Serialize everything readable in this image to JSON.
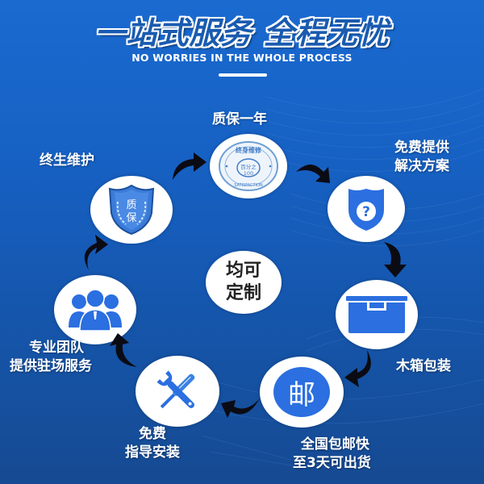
{
  "header": {
    "title": "一站式服务 全程无忧",
    "subtitle": "NO WORRIES IN THE WHOLE PROCESS"
  },
  "center": {
    "line1": "均可",
    "line2": "定制"
  },
  "steps": [
    {
      "label_line1": "质保一年",
      "label_line2": "",
      "icon": "satisfaction-stamp-icon",
      "stamp_top": "终身维修",
      "stamp_mid": "百分之",
      "stamp_num": "100",
      "stamp_bottom": "SATISFACTION"
    },
    {
      "label_line1": "免费提供",
      "label_line2": "解决方案",
      "icon": "question-shield-icon",
      "glyph": "?"
    },
    {
      "label_line1": "木箱包装",
      "label_line2": "",
      "icon": "box-icon"
    },
    {
      "label_line1": "全国包邮快",
      "label_line2": "至3天可出货",
      "icon": "mail-icon",
      "glyph": "邮"
    },
    {
      "label_line1": "免费",
      "label_line2": "指导安装",
      "icon": "tools-icon"
    },
    {
      "label_line1": "专业团队",
      "label_line2": "提供驻场服务",
      "icon": "team-icon"
    },
    {
      "label_line1": "终生维护",
      "label_line2": "",
      "icon": "warranty-shield-icon",
      "glyph_top": "质",
      "glyph_bottom": "保"
    }
  ],
  "colors": {
    "background_top": "#1a6ad0",
    "background_bottom": "#164a92",
    "icon_blue": "#2b6fe0",
    "arrow": "#0b0b14",
    "text": "#ffffff"
  }
}
